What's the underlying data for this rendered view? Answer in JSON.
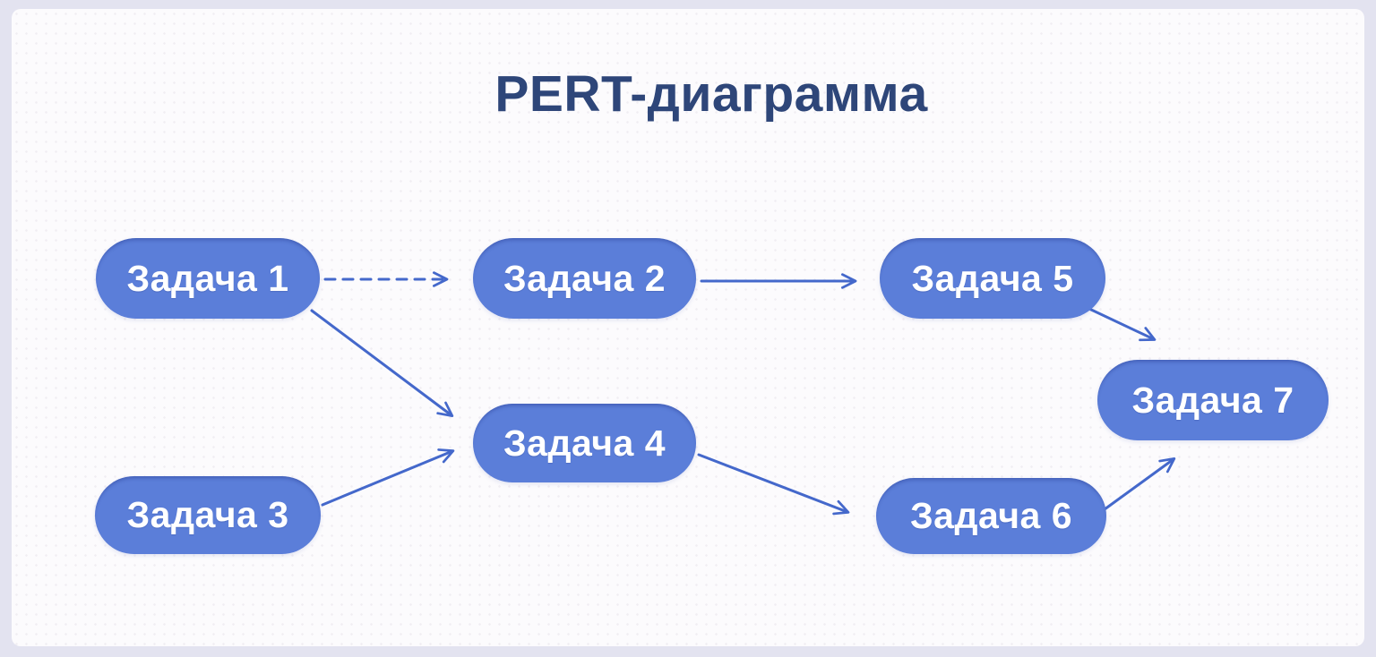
{
  "title": "PERT-диаграмма",
  "colors": {
    "frame": "#e3e3f0",
    "canvas-bg": "#fcfbfd",
    "node-fill": "#5b7ed9",
    "node-text": "#ffffff",
    "edge": "#4468cb",
    "title-color": "#2e4679"
  },
  "diagram": {
    "type": "pert",
    "nodes": [
      {
        "id": "task1",
        "label": "Задача 1"
      },
      {
        "id": "task2",
        "label": "Задача 2"
      },
      {
        "id": "task3",
        "label": "Задача 3"
      },
      {
        "id": "task4",
        "label": "Задача 4"
      },
      {
        "id": "task5",
        "label": "Задача 5"
      },
      {
        "id": "task6",
        "label": "Задача 6"
      },
      {
        "id": "task7",
        "label": "Задача 7"
      }
    ],
    "edges": [
      {
        "from": "Задача 1",
        "to": "Задача 2",
        "style": "dashed"
      },
      {
        "from": "Задача 2",
        "to": "Задача 5",
        "style": "solid"
      },
      {
        "from": "Задача 1",
        "to": "Задача 4",
        "style": "solid"
      },
      {
        "from": "Задача 3",
        "to": "Задача 4",
        "style": "solid"
      },
      {
        "from": "Задача 4",
        "to": "Задача 6",
        "style": "solid"
      },
      {
        "from": "Задача 5",
        "to": "Задача 7",
        "style": "solid"
      },
      {
        "from": "Задача 6",
        "to": "Задача 7",
        "style": "solid"
      }
    ]
  }
}
